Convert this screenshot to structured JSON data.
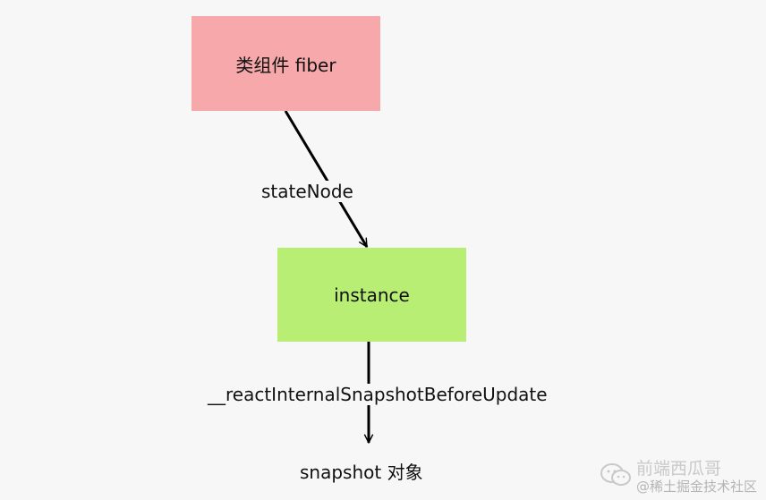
{
  "diagram": {
    "nodes": {
      "fiber": {
        "label": "类组件 fiber",
        "fill": "#f6a8aa"
      },
      "instance": {
        "label": "instance",
        "fill": "#b9ee74"
      },
      "snapshot": {
        "label": "snapshot 对象"
      }
    },
    "edges": {
      "fiber_to_instance": {
        "label": "stateNode"
      },
      "instance_to_snapshot": {
        "label": "__reactInternalSnapshotBeforeUpdate"
      }
    }
  },
  "watermark": {
    "channel": "前端西瓜哥",
    "source": "@稀土掘金技术社区",
    "icon": "wechat-icon"
  }
}
